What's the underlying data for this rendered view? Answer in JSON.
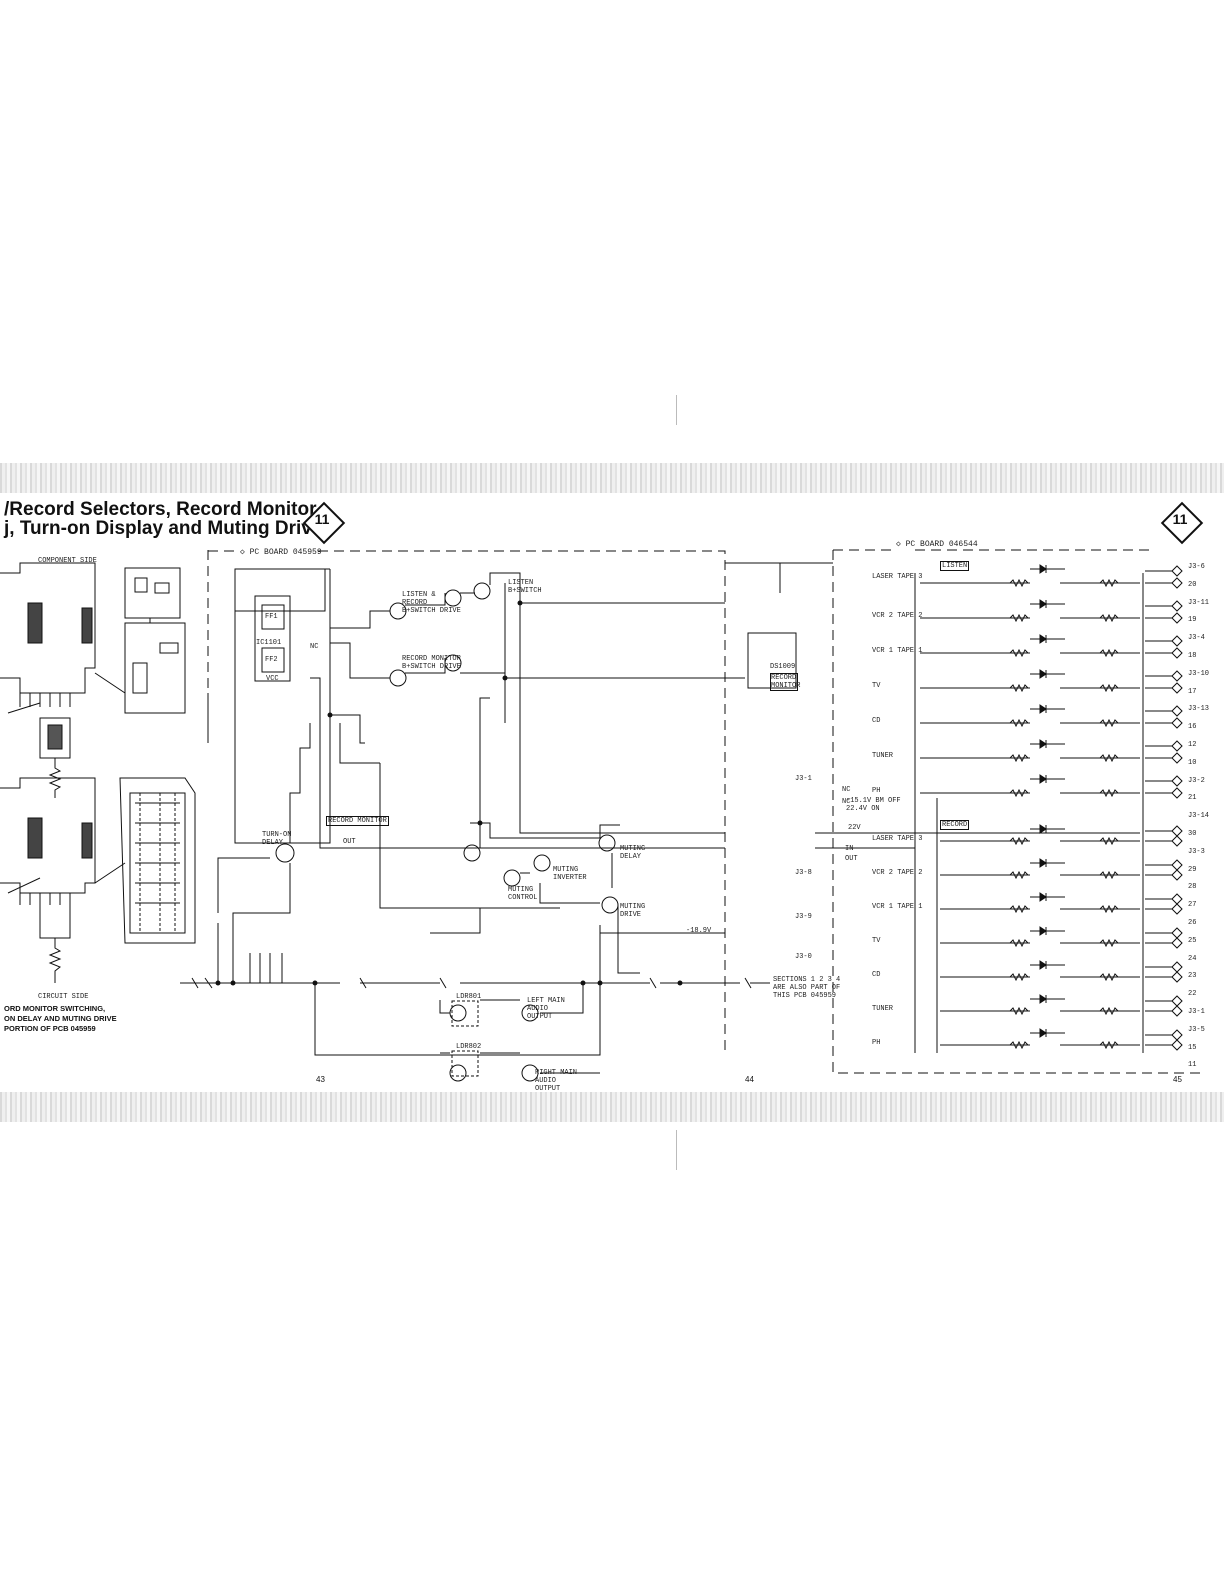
{
  "title": {
    "line1": "/Record Selectors, Record Monitor",
    "line2": "j, Turn-on Display and Muting Drive"
  },
  "section_number": "11",
  "boards": {
    "left": "PC BOARD 045959",
    "right": "PC BOARD 046544"
  },
  "pcb_captions": {
    "component_side": "COMPONENT SIDE",
    "circuit_side": "CIRCUIT SIDE"
  },
  "caption_lines": [
    "ORD MONITOR SWITCHING,",
    "ON DELAY AND MUTING DRIVE",
    "PORTION OF PCB 045959"
  ],
  "page_numbers": [
    "43",
    "44",
    "45"
  ],
  "left_labels": {
    "ff1": "FF1",
    "ff2": "FF2",
    "ic": "IC1101",
    "vcc": "VCC",
    "nc": "NC",
    "turn_on_delay": "TURN-ON DELAY",
    "record_monitor_box": "RECORD MONITOR",
    "out": "OUT",
    "q1103": "LISTEN & RECORD B+SWITCH DRIVE",
    "q1104": "RECORD MONITOR B+SWITCH DRIVE",
    "listen_switch": "LISTEN B+SWITCH",
    "muting_delay": "MUTING DELAY",
    "muting_inverter": "MUTING INVERTER",
    "muting_control": "MUTING CONTROL",
    "muting_drive": "MUTING DRIVE",
    "ds1009": "DS1009",
    "record_monitor_lamp": "RECORD MONITOR",
    "left_main": "LEFT MAIN AUDIO OUTPUT",
    "right_main": "RIGHT MAIN AUDIO OUTPUT",
    "ldr801": "LDR801",
    "ldr802": "LDR802",
    "sections_note": "SECTIONS 1 2 3 4 ARE ALSO PART OF THIS PCB 045959",
    "rail_18v": "-18.9V",
    "v22": "22V",
    "v15off": "-15.1V BM OFF 22.4V ON"
  },
  "right_inputs": [
    {
      "name": "LASER TAPE 3"
    },
    {
      "name": "VCR 2 TAPE 2"
    },
    {
      "name": "VCR 1 TAPE 1"
    },
    {
      "name": "TV"
    },
    {
      "name": "CD"
    },
    {
      "name": "TUNER"
    },
    {
      "name": "PH"
    }
  ],
  "record_inputs": [
    {
      "name": "LASER TAPE 3"
    },
    {
      "name": "VCR 2 TAPE 2"
    },
    {
      "name": "VCR 1 TAPE 1"
    },
    {
      "name": "TV"
    },
    {
      "name": "CD"
    },
    {
      "name": "TUNER"
    },
    {
      "name": "PH"
    }
  ],
  "connector_labels": [
    "J3-6",
    "20",
    "J3-11",
    "19",
    "J3-4",
    "18",
    "J3-10",
    "17",
    "J3-13",
    "16",
    "12",
    "10",
    "J3-2",
    "21",
    "J3-14",
    "30",
    "J3-3",
    "29",
    "28",
    "27",
    "26",
    "25",
    "24",
    "23",
    "22",
    "J3-1",
    "J3-5",
    "15",
    "11"
  ],
  "misc": {
    "listen": "LISTEN",
    "record": "RECORD",
    "j3_1": "J3-1",
    "j3_8": "J3-8",
    "j3_9": "J3-9",
    "j3_0": "J3-0",
    "in": "IN",
    "out": "OUT",
    "nc": "NC"
  }
}
